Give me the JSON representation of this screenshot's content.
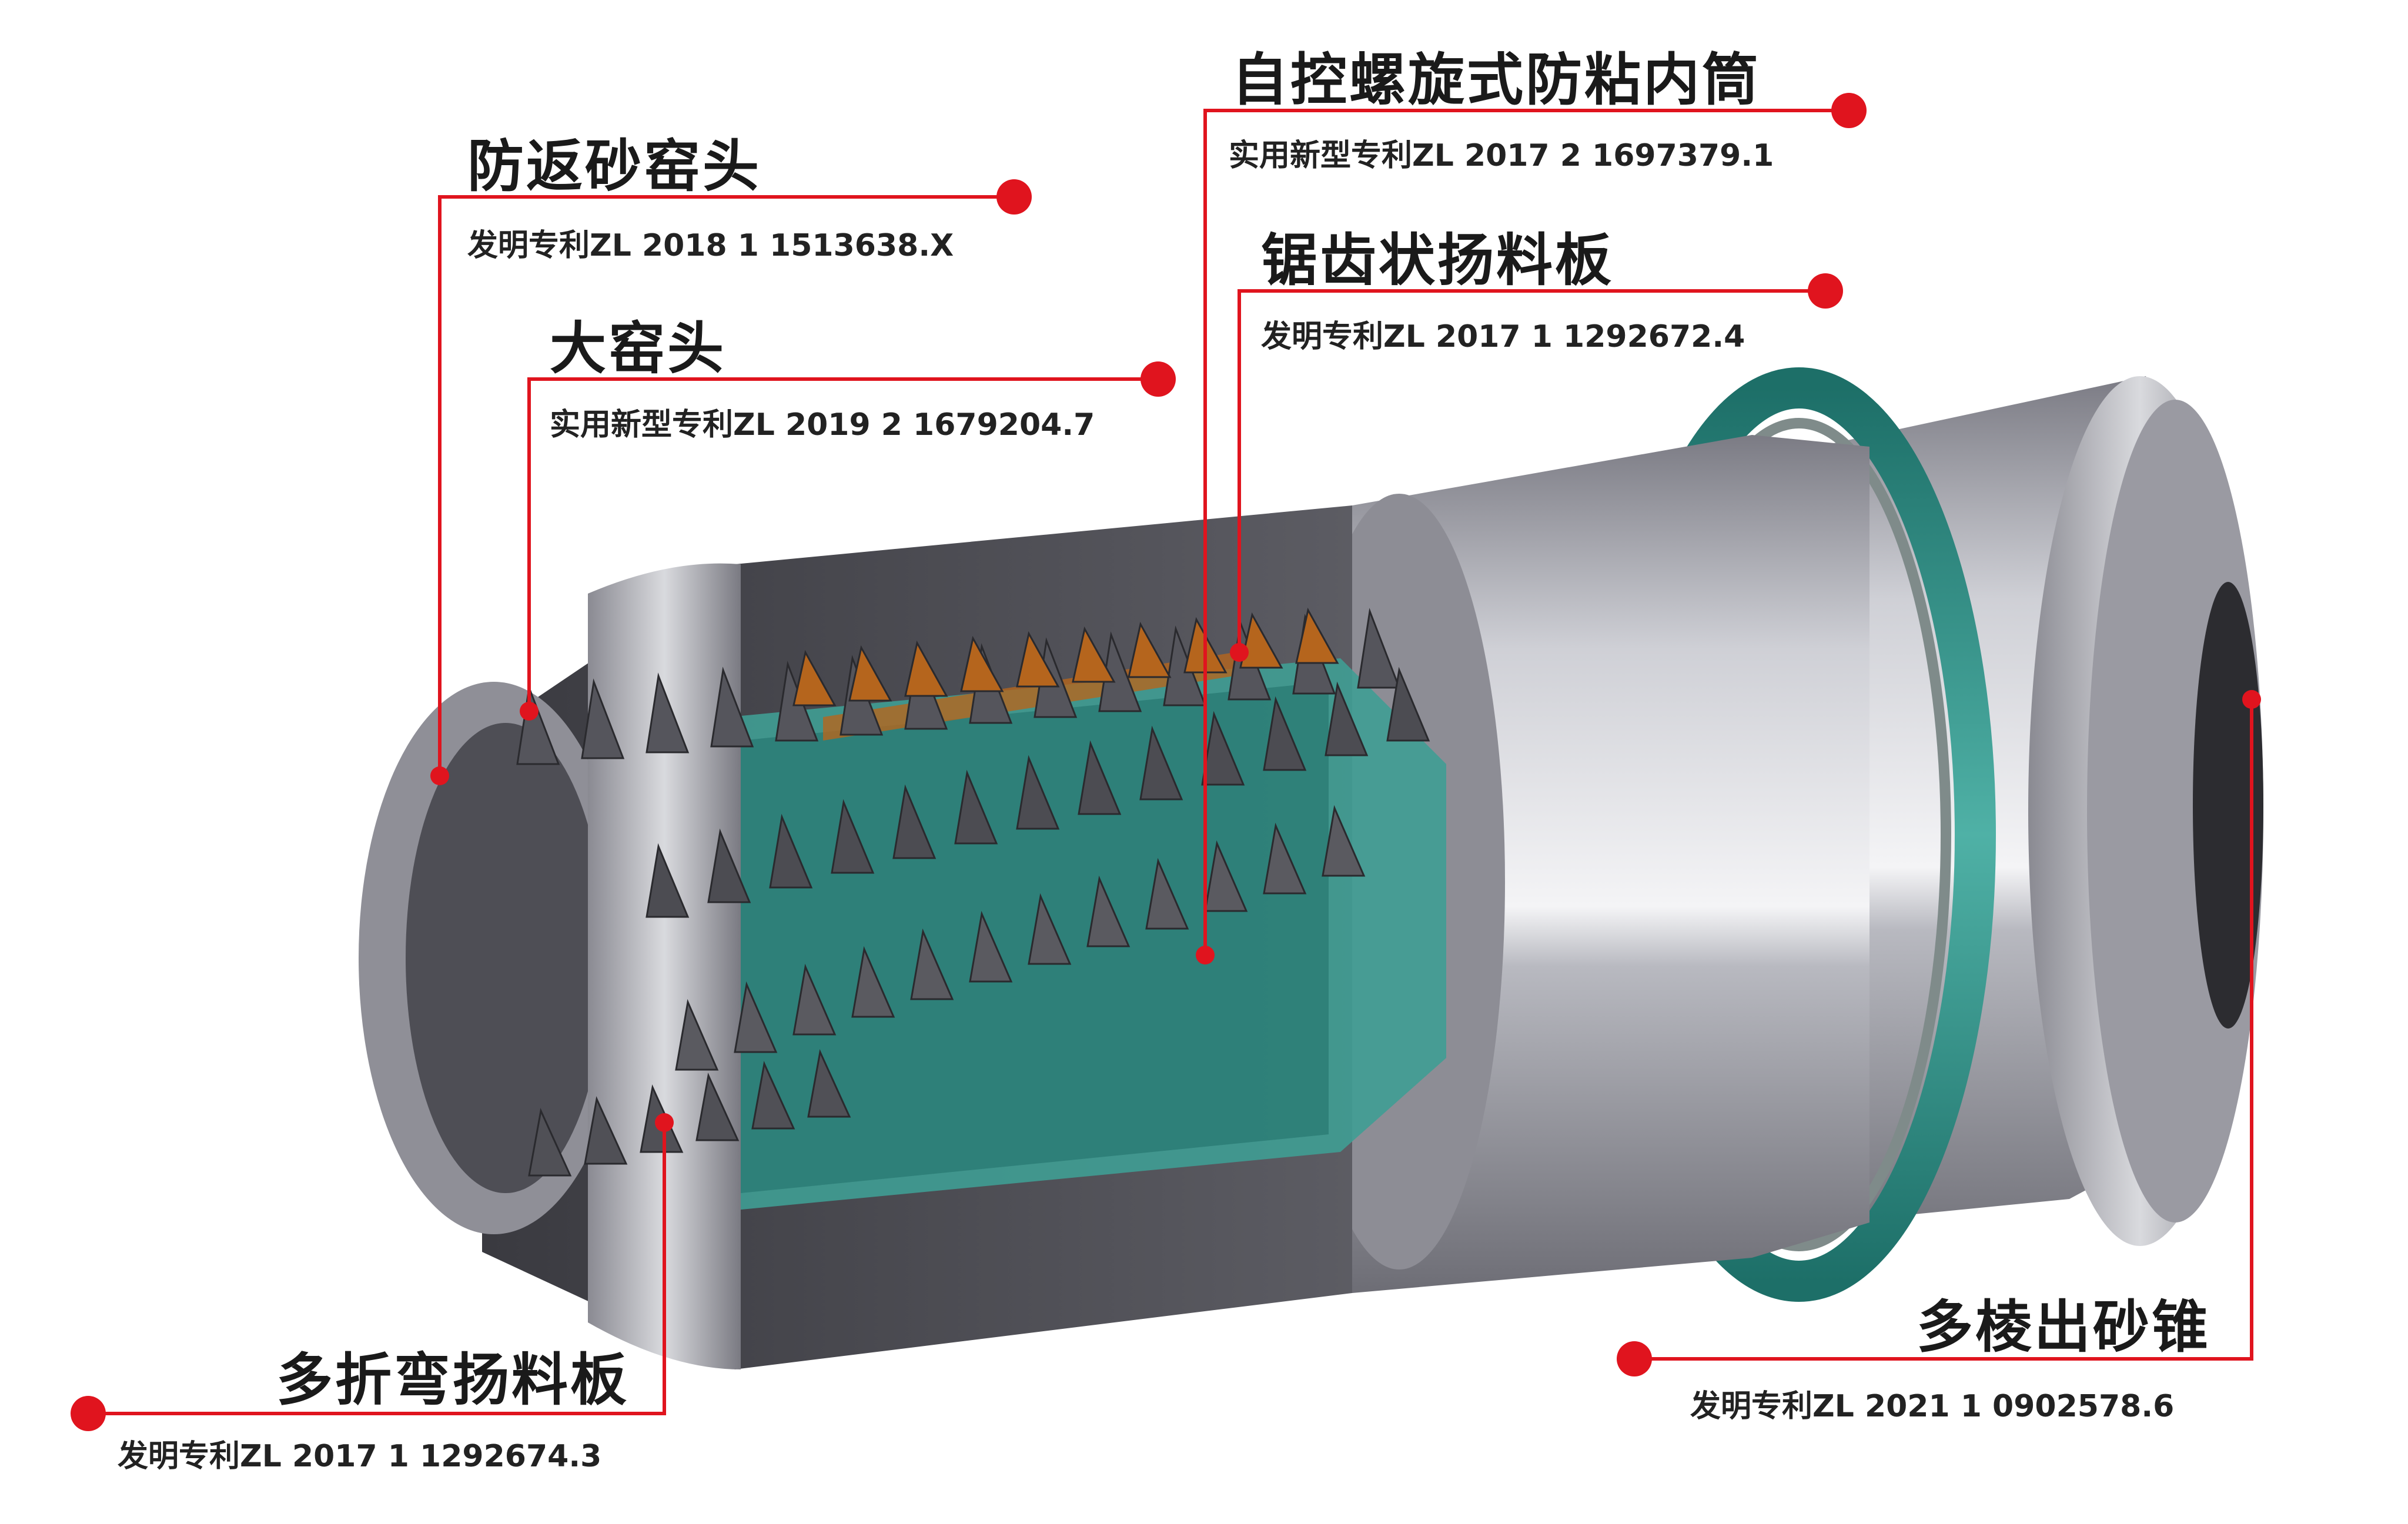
{
  "callouts": [
    {
      "id": "anti-backflow",
      "title": "防返砂窑头",
      "patent": "发明专利ZL 2018 1 1513638.X"
    },
    {
      "id": "large-kiln-head",
      "title": "大窑头",
      "patent": "实用新型专利ZL 2019 2 1679204.7"
    },
    {
      "id": "spiral-inner-drum",
      "title": "自控螺旋式防粘内筒",
      "patent": "实用新型专利ZL 2017 2 1697379.1"
    },
    {
      "id": "sawtooth-plate",
      "title": "锯齿状扬料板",
      "patent": "发明专利ZL 2017 1 1292672.4"
    },
    {
      "id": "multi-fold-plate",
      "title": "多折弯扬料板",
      "patent": "发明专利ZL 2017 1 1292674.3"
    },
    {
      "id": "multi-edge-cone",
      "title": "多棱出砂锥",
      "patent": "发明专利ZL 2021 1 0902578.6"
    }
  ],
  "colors": {
    "leader_line": "#e0141e",
    "steel_light": "#e6e6ea",
    "steel_dark": "#6f6f78",
    "teal": "#2f8f86",
    "blade": "#5a5a60",
    "rust": "#b5651d"
  }
}
